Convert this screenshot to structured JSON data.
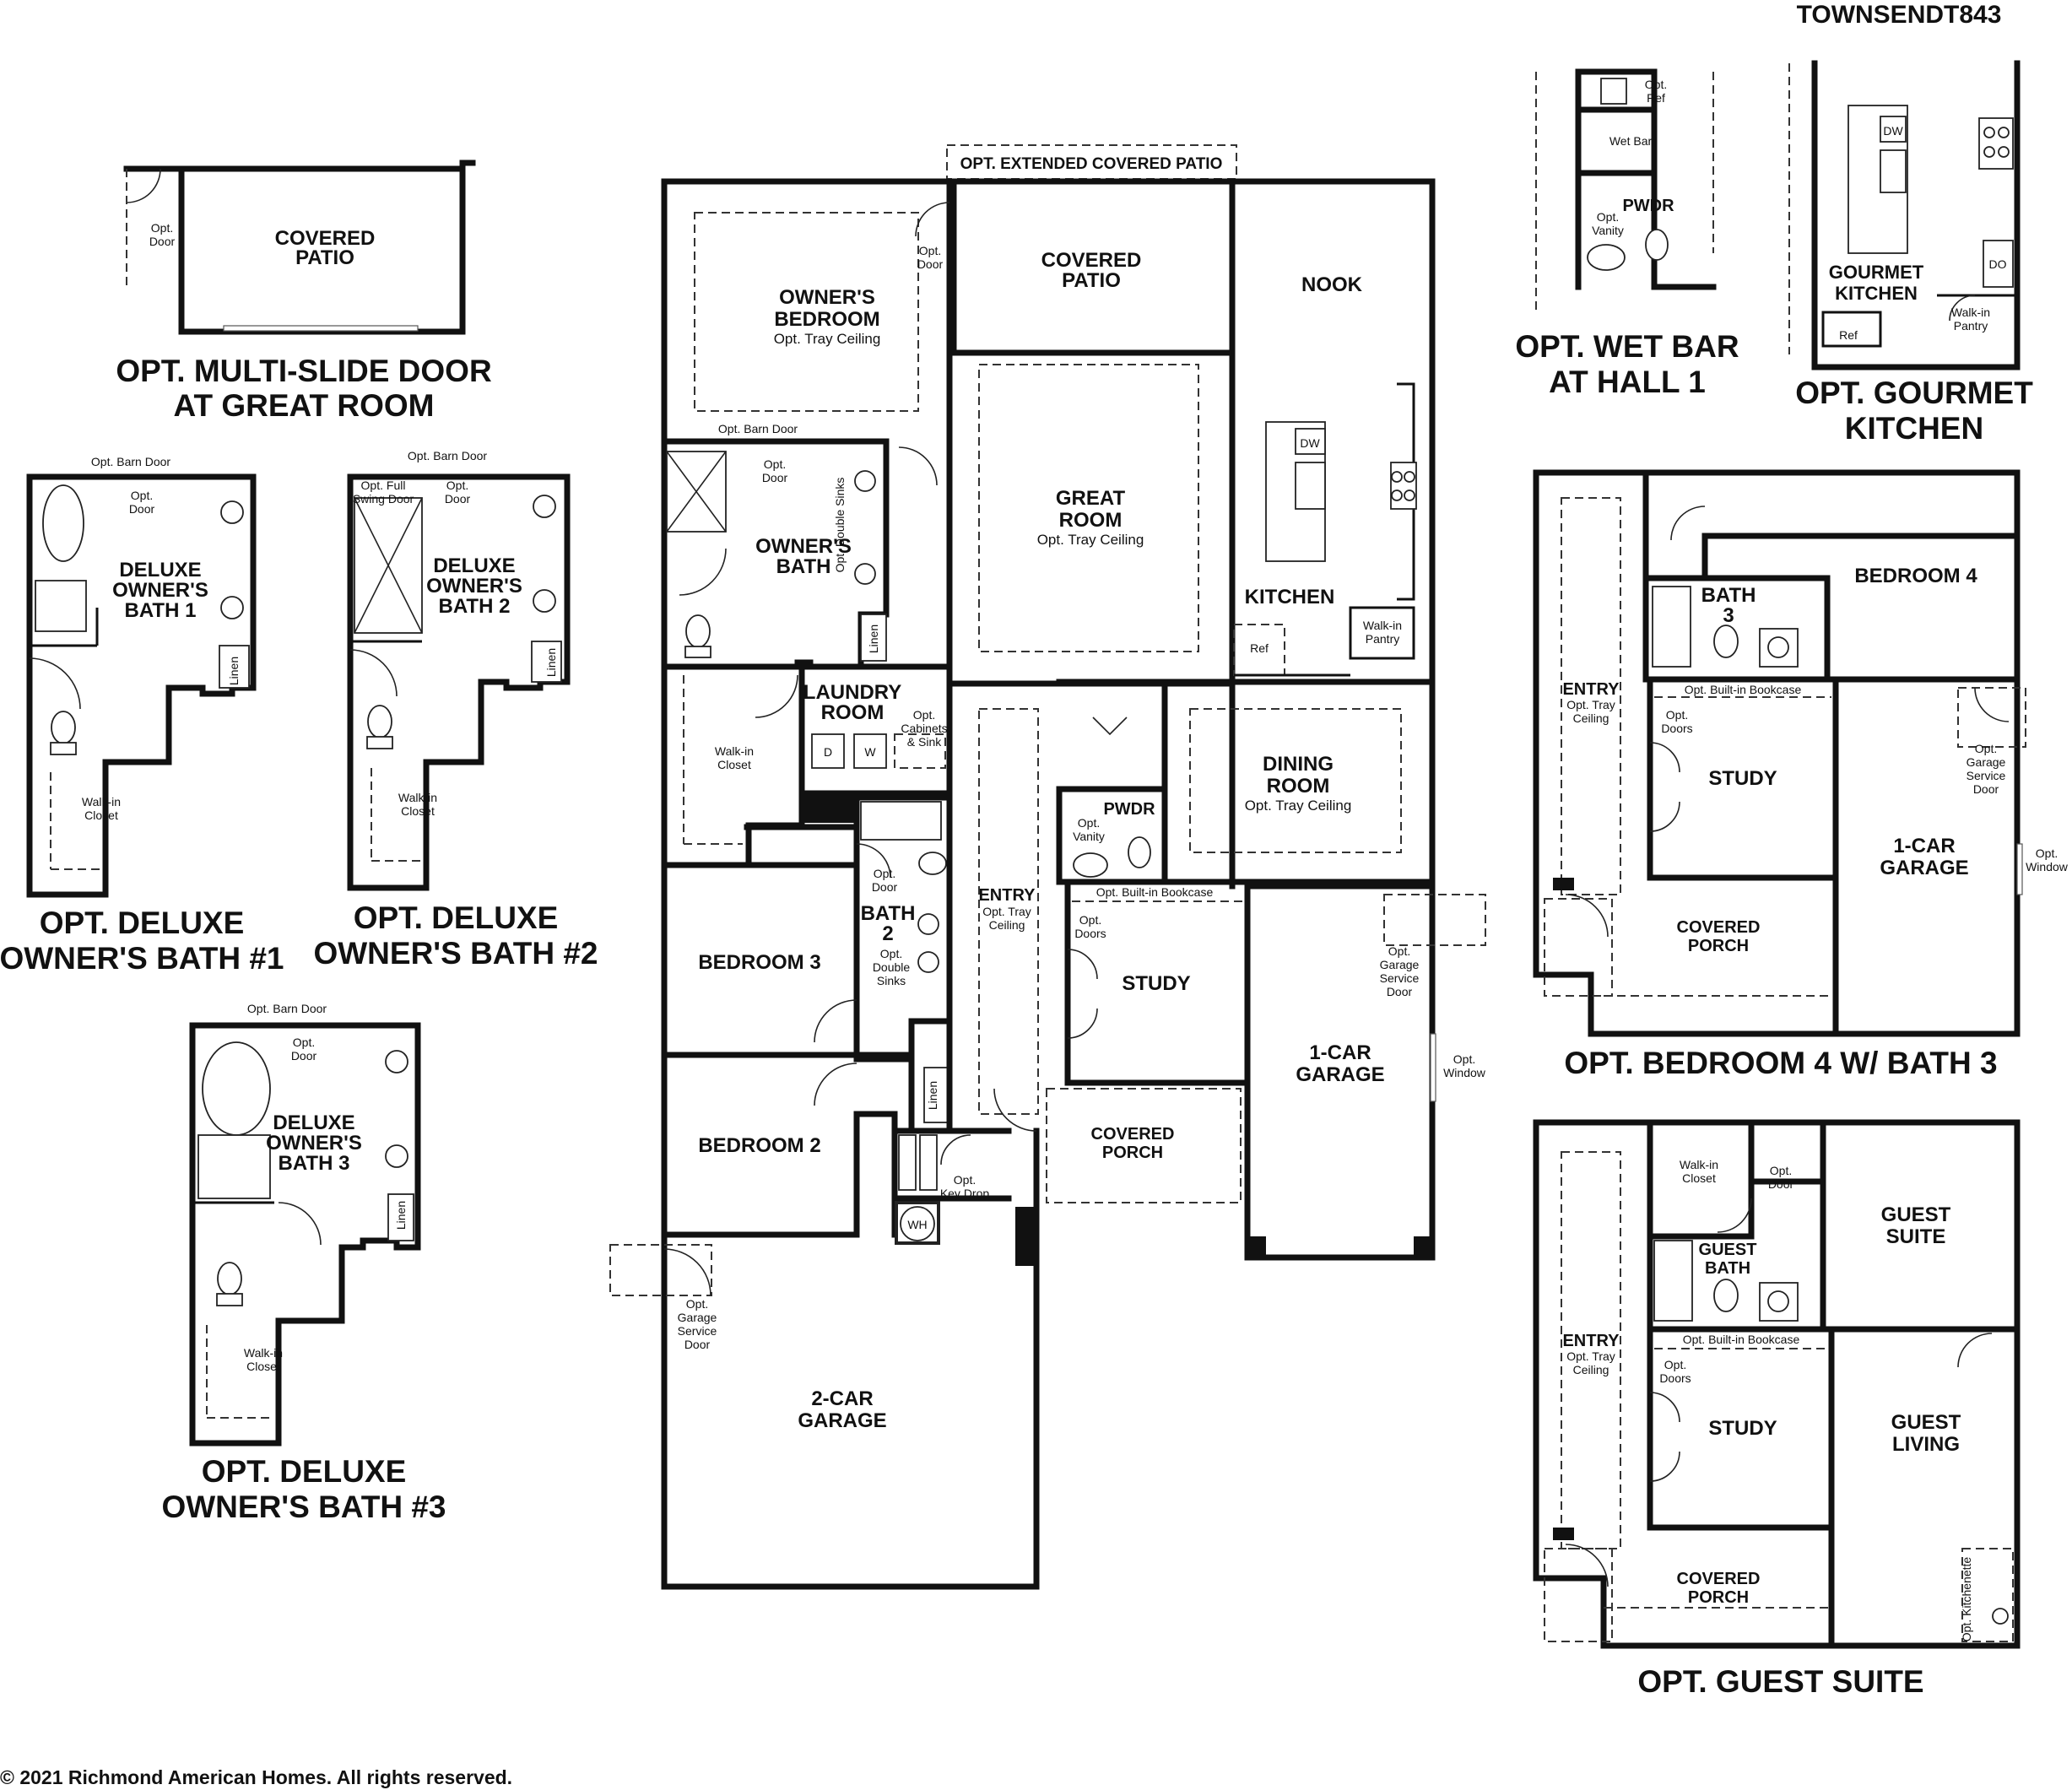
{
  "plan_code": "TOWNSENDT843",
  "copyright": "© 2021 Richmond American Homes. All rights reserved.",
  "option_titles": {
    "multi_slide_1": "OPT. MULTI-SLIDE DOOR",
    "multi_slide_2": "AT GREAT ROOM",
    "deluxe1_1": "OPT. DELUXE",
    "deluxe1_2": "OWNER'S BATH #1",
    "deluxe2_1": "OPT. DELUXE",
    "deluxe2_2": "OWNER'S BATH #2",
    "deluxe3_1": "OPT. DELUXE",
    "deluxe3_2": "OWNER'S BATH #3",
    "wetbar_1": "OPT. WET BAR",
    "wetbar_2": "AT HALL 1",
    "gourmet_1": "OPT. GOURMET",
    "gourmet_2": "KITCHEN",
    "bed4_1": "OPT. BEDROOM 4 W/ BATH 3",
    "guest_1": "OPT. GUEST SUITE"
  },
  "main": {
    "extended_patio": "OPT. EXTENDED COVERED PATIO",
    "covered_patio_1": "COVERED",
    "covered_patio_2": "PATIO",
    "nook": "NOOK",
    "owners_bedroom_1": "OWNER'S",
    "owners_bedroom_2": "BEDROOM",
    "owners_bedroom_sub": "Opt. Tray Ceiling",
    "opt_door": "Opt.",
    "opt_door_2": "Door",
    "great_room_1": "GREAT",
    "great_room_2": "ROOM",
    "great_room_sub": "Opt. Tray Ceiling",
    "kitchen": "KITCHEN",
    "dw": "DW",
    "ref": "Ref",
    "walkin_pantry_1": "Walk-in",
    "walkin_pantry_2": "Pantry",
    "barn_door": "Opt. Barn Door",
    "owners_bath_1": "OWNER'S",
    "owners_bath_2": "BATH",
    "double_sinks": "Opt. Double Sinks",
    "linen": "Linen",
    "walkin_closet_1": "Walk-in",
    "walkin_closet_2": "Closet",
    "laundry_1": "LAUNDRY",
    "laundry_2": "ROOM",
    "cabinets_1": "Opt.",
    "cabinets_2": "Cabinets",
    "cabinets_3": "& Sink",
    "washer": "W",
    "dryer": "D",
    "dining_1": "DINING",
    "dining_2": "ROOM",
    "dining_sub": "Opt. Tray Ceiling",
    "pwdr": "PWDR",
    "opt_vanity_1": "Opt.",
    "opt_vanity_2": "Vanity",
    "bookcase": "Opt. Built-in Bookcase",
    "opt_doors_1": "Opt.",
    "opt_doors_2": "Doors",
    "study": "STUDY",
    "entry": "ENTRY",
    "entry_sub_1": "Opt. Tray",
    "entry_sub_2": "Ceiling",
    "bath2_1": "BATH",
    "bath2_2": "2",
    "bath2_sinks_1": "Opt.",
    "bath2_sinks_2": "Double",
    "bath2_sinks_3": "Sinks",
    "bedroom3": "BEDROOM 3",
    "bedroom2": "BEDROOM 2",
    "one_car_1": "1-CAR",
    "one_car_2": "GARAGE",
    "garage_service_1": "Opt.",
    "garage_service_2": "Garage",
    "garage_service_3": "Service",
    "garage_service_4": "Door",
    "opt_window_1": "Opt.",
    "opt_window_2": "Window",
    "covered_porch_1": "COVERED",
    "covered_porch_2": "PORCH",
    "key_drop_1": "Opt.",
    "key_drop_2": "Key Drop",
    "wh": "WH",
    "two_car_1": "2-CAR",
    "two_car_2": "GARAGE"
  },
  "multi_slide": {
    "covered_1": "COVERED",
    "covered_2": "PATIO",
    "door_1": "Opt.",
    "door_2": "Door"
  },
  "deluxe": {
    "barn_door": "Opt. Barn Door",
    "opt_1": "Opt.",
    "door_2": "Door",
    "full_swing_1": "Opt. Full",
    "full_swing_2": "Swing Door",
    "title_1": "DELUXE",
    "title_2": "OWNER'S",
    "bath1": "BATH 1",
    "bath2": "BATH 2",
    "bath3": "BATH 3",
    "linen": "Linen",
    "walkin_1": "Walk-in",
    "walkin_2": "Closet"
  },
  "wetbar": {
    "ref_1": "Opt.",
    "ref_2": "Ref",
    "wet_bar": "Wet Bar",
    "pwdr": "PWDR",
    "vanity_1": "Opt.",
    "vanity_2": "Vanity"
  },
  "gourmet": {
    "dw": "DW",
    "do": "DO",
    "kitchen_1": "GOURMET",
    "kitchen_2": "KITCHEN",
    "ref": "Ref",
    "pantry_1": "Walk-in",
    "pantry_2": "Pantry"
  },
  "bed4": {
    "bedroom4": "BEDROOM 4",
    "bath3_1": "BATH",
    "bath3_2": "3",
    "entry": "ENTRY",
    "entry_sub_1": "Opt. Tray",
    "entry_sub_2": "Ceiling",
    "bookcase": "Opt. Built-in Bookcase",
    "doors_1": "Opt.",
    "doors_2": "Doors",
    "study": "STUDY",
    "garage_1": "1-CAR",
    "garage_2": "GARAGE",
    "service_1": "Opt.",
    "service_2": "Garage",
    "service_3": "Service",
    "service_4": "Door",
    "window_1": "Opt.",
    "window_2": "Window",
    "porch_1": "COVERED",
    "porch_2": "PORCH"
  },
  "guest": {
    "walkin_1": "Walk-in",
    "walkin_2": "Closet",
    "door_1": "Opt.",
    "door_2": "Door",
    "suite_1": "GUEST",
    "suite_2": "SUITE",
    "bath_1": "GUEST",
    "bath_2": "BATH",
    "entry": "ENTRY",
    "entry_sub_1": "Opt. Tray",
    "entry_sub_2": "Ceiling",
    "bookcase": "Opt. Built-in Bookcase",
    "doors_1": "Opt.",
    "doors_2": "Doors",
    "study": "STUDY",
    "living_1": "GUEST",
    "living_2": "LIVING",
    "porch_1": "COVERED",
    "porch_2": "PORCH",
    "kitchenette": "Opt. Kitchenette"
  }
}
